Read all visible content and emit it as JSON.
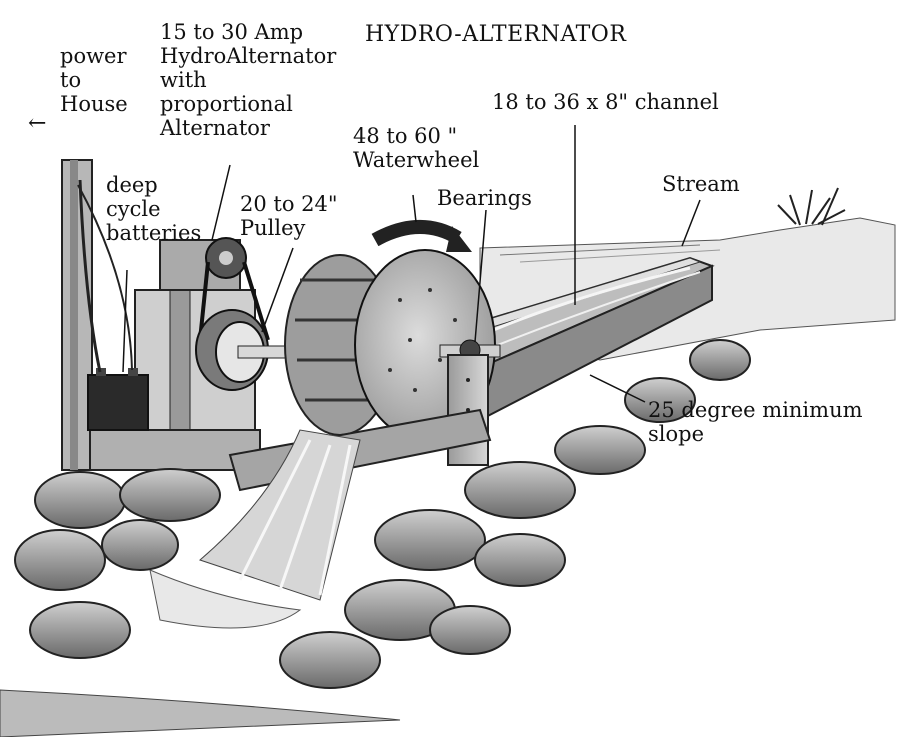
{
  "title": "HYDRO-ALTERNATOR",
  "labels": {
    "power_house": "power\nto\nHouse",
    "house_arrow": "←",
    "alternator": "15 to 30 Amp\nHydroAlternator\nwith\nproportional\nAlternator",
    "batteries": "deep\ncycle\nbatteries",
    "pulley": "20 to 24\"\nPulley",
    "waterwheel": "48 to 60 \"\nWaterwheel",
    "bearings": "Bearings",
    "channel": "18 to 36 x 8\" channel",
    "stream": "Stream",
    "slope": "25 degree minimum\nslope"
  }
}
